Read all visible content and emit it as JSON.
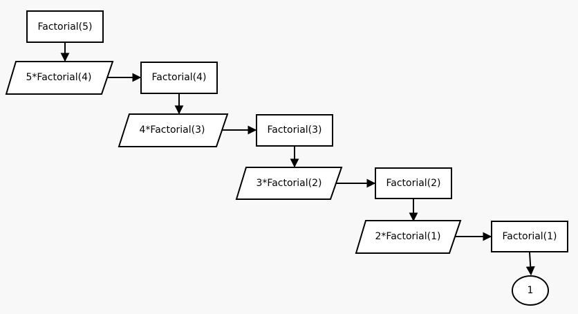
{
  "diagram": {
    "rects": {
      "f5": "Factorial(5)",
      "f4": "Factorial(4)",
      "f3": "Factorial(3)",
      "f2": "Factorial(2)",
      "f1": "Factorial(1)"
    },
    "parallelograms": {
      "p5": "5*Factorial(4)",
      "p4": "4*Factorial(3)",
      "p3": "3*Factorial(2)",
      "p2": "2*Factorial(1)"
    },
    "terminal": "1"
  },
  "colors": {
    "background": "#f8f8f8",
    "stroke": "#000000",
    "fill": "#ffffff"
  }
}
